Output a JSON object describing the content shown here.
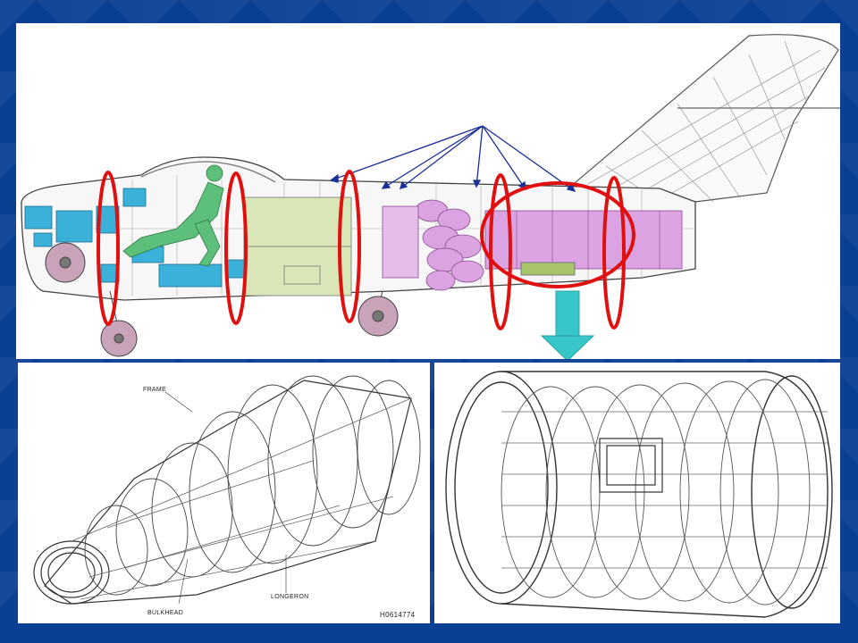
{
  "labels": {
    "frame": "FRAME",
    "bulkhead": "BULKHEAD",
    "longeron": "LONGERON",
    "figure_id": "H0614774"
  },
  "colors": {
    "background": "#0b3f92",
    "highlight_ring": "#e01010",
    "pointer_arrow": "#1a2f9a",
    "down_arrow": "#37c6c9",
    "cockpit_equipment": "#3bb0d8",
    "pilot": "#5cc07a",
    "fuel_tank": "#d9e6b8",
    "engine": "#dca3e2",
    "line_art": "#333333"
  },
  "icons": {
    "down_arrow": "down-arrow-icon"
  }
}
